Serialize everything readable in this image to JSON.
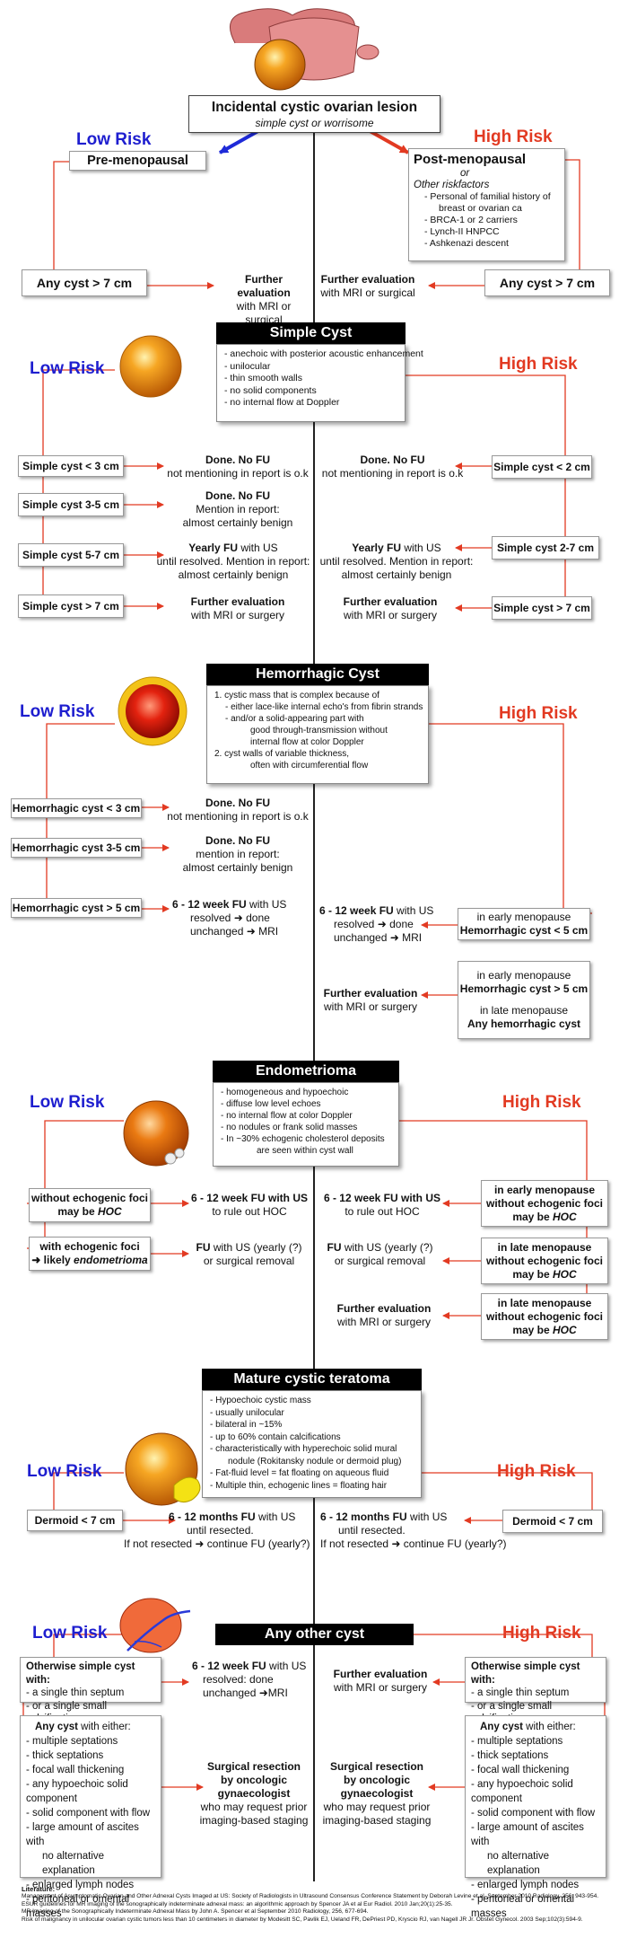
{
  "top": {
    "title": "Incidental cystic ovarian lesion",
    "subtitle": "simple cyst or worrisome",
    "low_risk": "Low Risk",
    "high_risk": "High Risk",
    "pre_menopausal": "Pre-menopausal",
    "post_menopausal": "Post-menopausal",
    "or": "or",
    "other_riskfactors": "Other riskfactors",
    "riskfactors": [
      "- Personal of familial history of",
      "breast or ovarian ca",
      "- BRCA-1 or 2 carriers",
      "- Lynch-II HNPCC",
      "- Ashkenazi descent"
    ],
    "any_cyst_left": "Any cyst > 7 cm",
    "any_cyst_right": "Any cyst > 7 cm",
    "further_left": [
      "Further evaluation",
      "with MRI or surgical"
    ],
    "further_right": [
      "Further evaluation",
      "with MRI or surgical"
    ]
  },
  "simple": {
    "header": "Simple Cyst",
    "desc": [
      "- anechoic with posterior acoustic enhancement",
      "- unilocular",
      "- thin smooth walls",
      "- no solid components",
      "- no internal flow at Doppler"
    ],
    "low_risk": "Low Risk",
    "high_risk": "High Risk",
    "left": [
      {
        "box": "Simple cyst < 3 cm",
        "r1": "Done. No FU",
        "r2": "not mentioning in report is o.k",
        "r3": ""
      },
      {
        "box": "Simple cyst 3-5 cm",
        "r1": "Done. No FU",
        "r2": "Mention in report:",
        "r3": "almost certainly benign"
      },
      {
        "box": "Simple cyst 5-7 cm",
        "r1a": "Yearly FU",
        "r1b": " with US",
        "r2": "until resolved. Mention in report:",
        "r3": "almost certainly benign"
      },
      {
        "box": "Simple cyst > 7 cm",
        "r1": "Further evaluation",
        "r2": "with MRI or surgery",
        "r3": ""
      }
    ],
    "right": [
      {
        "box": "Simple cyst < 2 cm",
        "r1": "Done. No FU",
        "r2": "not mentioning in report is o.k",
        "r3": ""
      },
      {
        "box": "Simple cyst 2-7 cm",
        "r1a": "Yearly FU",
        "r1b": " with US",
        "r2": "until resolved. Mention in report:",
        "r3": "almost certainly benign"
      },
      {
        "box": "Simple cyst > 7 cm",
        "r1": "Further evaluation",
        "r2": "with MRI or surgery",
        "r3": ""
      }
    ]
  },
  "hemorrhagic": {
    "header": "Hemorrhagic Cyst",
    "desc": [
      "1. cystic mass that is complex because of",
      "- either lace-like internal echo's from fibrin strands",
      "- and/or a solid-appearing part with",
      "good through-transmission without",
      "internal flow at color Doppler",
      "2. cyst walls of variable thickness,",
      "often with circumferential flow"
    ],
    "low_risk": "Low Risk",
    "high_risk": "High Risk",
    "left": [
      {
        "box": "Hemorrhagic cyst < 3 cm",
        "r1": "Done. No FU",
        "r2": "not mentioning in report is o.k"
      },
      {
        "box": "Hemorrhagic cyst 3-5 cm",
        "r1": "Done. No FU",
        "r2": "mention in report:",
        "r3": "almost certainly benign"
      },
      {
        "box": "Hemorrhagic cyst > 5 cm",
        "r1a": "6 - 12 week FU",
        "r1b": " with US",
        "r2": "resolved",
        "r2b": "done",
        "r3": "unchanged",
        "r3b": "MRI"
      }
    ],
    "right": [
      {
        "box1": "in early menopause",
        "box2": "Hemorrhagic cyst < 5 cm",
        "r1a": "6 - 12 week FU",
        "r1b": " with US",
        "r2": "resolved",
        "r2b": "done",
        "r3": "unchanged",
        "r3b": "MRI"
      },
      {
        "box1": "in early menopause",
        "box2": "Hemorrhagic cyst > 5 cm",
        "box3": "in late menopause",
        "box4": "Any hemorrhagic cyst",
        "r1": "Further evaluation",
        "r2": "with MRI or surgery"
      }
    ]
  },
  "endometrioma": {
    "header": "Endometrioma",
    "desc": [
      "- homogeneous and hypoechoic",
      "- diffuse low level echoes",
      "- no internal flow at color Doppler",
      "- no nodules or frank solid masses",
      "- In ~30% echogenic cholesterol deposits",
      "are seen within cyst wall"
    ],
    "low_risk": "Low Risk",
    "high_risk": "High Risk",
    "left": [
      {
        "box1": "without echogenic foci",
        "box2a": "may be ",
        "box2b": "HOC",
        "r1": "6 - 12 week FU with US",
        "r2": "to rule out HOC"
      },
      {
        "box1": "with echogenic foci",
        "box2a": "likely ",
        "box2b": "endometrioma",
        "r1a": "FU",
        "r1b": " with US (yearly (?)",
        "r2": "or surgical removal"
      }
    ],
    "right": [
      {
        "box1": "in early menopause",
        "box2": "without echogenic foci",
        "box3a": "may be ",
        "box3b": "HOC",
        "r1": "6 - 12 week FU with US",
        "r2": "to rule out HOC"
      },
      {
        "box1": "in late menopause",
        "box2": "without echogenic foci",
        "box3a": "may be ",
        "box3b": "HOC",
        "r1a": "FU",
        "r1b": " with US (yearly (?)",
        "r2": "or surgical removal"
      },
      {
        "box1": "in late menopause",
        "box2": "without echogenic foci",
        "box3a": "may be ",
        "box3b": "HOC",
        "r1": "Further evaluation",
        "r2": "with MRI or surgery"
      }
    ]
  },
  "teratoma": {
    "header": "Mature cystic teratoma",
    "desc": [
      "- Hypoechoic cystic mass",
      "- usually unilocular",
      "- bilateral in ~15%",
      "- up to 60% contain calcifications",
      "- characteristically with hyperechoic solid mural",
      "nodule (Rokitansky nodule or dermoid plug)",
      "- Fat-fluid level = fat floating on aqueous fluid",
      "- Multiple thin, echogenic lines = floating hair"
    ],
    "low_risk": "Low Risk",
    "high_risk": "High Risk",
    "left": {
      "box": "Dermoid < 7 cm",
      "r1a": "6 - 12 months FU",
      "r1b": " with US",
      "r2": "until resected.",
      "r3a": "If not resected",
      "r3b": "continue FU (yearly?)"
    },
    "right": {
      "box": "Dermoid < 7 cm",
      "r1a": "6 - 12 months FU",
      "r1b": " with US",
      "r2": "until resected.",
      "r3a": "If not resected",
      "r3b": "continue FU (yearly?)"
    }
  },
  "other": {
    "header": "Any other cyst",
    "low_risk": "Low Risk",
    "high_risk": "High Risk",
    "left_box1": [
      "Otherwise simple cyst with:",
      "- a single thin septum",
      "- or a single small calcification"
    ],
    "left_r1": [
      "6 - 12 week FU",
      " with US",
      "resolved: done",
      "unchanged",
      "MRI"
    ],
    "right_box1": [
      "Otherwise simple cyst with:",
      "- a single thin septum",
      "- or a single small calcification"
    ],
    "right_r1": [
      "Further evaluation",
      "with MRI or surgery"
    ],
    "box2_title_a": "Any cyst",
    "box2_title_b": " with either:",
    "box2_items": [
      "- multiple septations",
      "- thick septations",
      "- focal wall thickening",
      "- any hypoechoic solid component",
      "- solid component with flow",
      "- large amount of ascites with",
      "no alternative explanation",
      "- enlarged lymph nodes",
      "- peritoneal or omental masses"
    ],
    "resection": [
      "Surgical resection",
      "by oncologic",
      "gynaecologist",
      "who may request prior",
      "imaging-based staging"
    ]
  },
  "literature": {
    "title": "Literature:",
    "lines": [
      "Management of Asymptomatic Ovarian and Other Adnexal Cysts Imaged at US: Society of Radiologists in Ultrasound Consensus Conference Statement by Deborah Levine et al. September 2010 Radiology, 256, 943-954.",
      "ESUR guidelines for MR imaging of the sonographically indeterminate adnexal mass: an algorithmic approach   by Spencer JA et al     Eur Radiol. 2010 Jan;20(1):25-35.",
      "MR Imaging of the Sonographically Indeterminate Adnexal Mass    by John A. Spencer et al     September 2010 Radiology, 256, 677-694.",
      "Risk of malignancy in unilocular ovarian cystic tumors less than 10 centimeters in diameter    by Modesitt SC, Pavlik EJ, Ueland FR, DePriest PD, Kryscio RJ, van Nagell JR Jr.    Obstet Gynecol. 2003 Sep;102(3):594-9."
    ]
  },
  "colors": {
    "low": "#1e1ecf",
    "high": "#e23a22",
    "line": "#e23a22",
    "spine": "#222222"
  }
}
